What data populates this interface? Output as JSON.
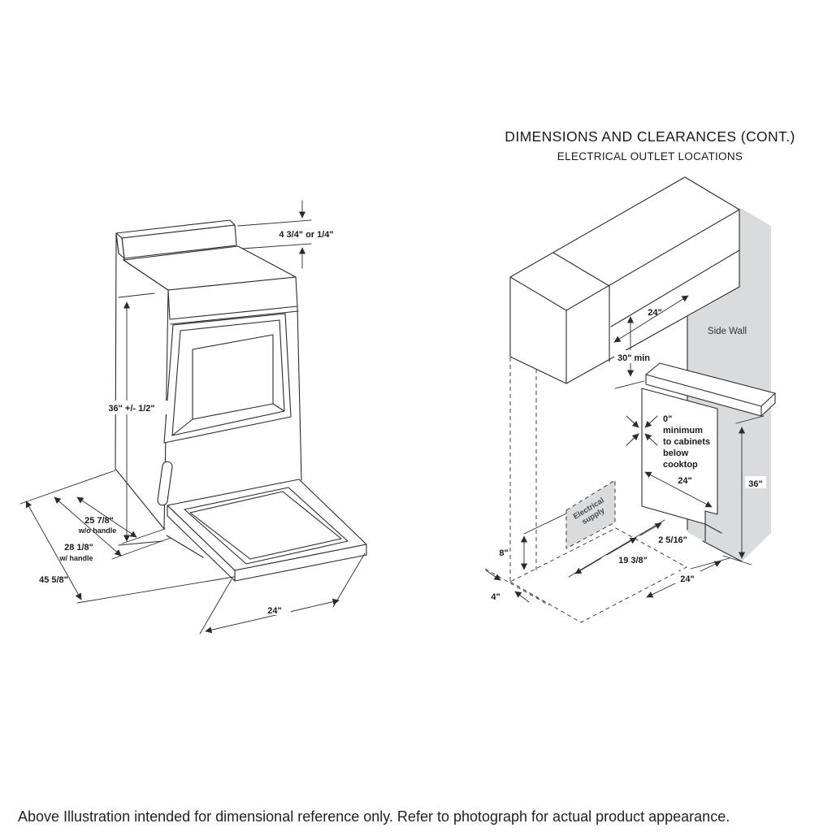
{
  "header": {
    "title": "DIMENSIONS AND CLEARANCES (CONT.)",
    "subtitle": "ELECTRICAL OUTLET LOCATIONS"
  },
  "footer": {
    "caption": "Above Illustration intended for dimensional reference only. Refer to photograph for actual product appearance."
  },
  "range_diagram": {
    "backsplash_height": "4 3/4\" or 1/4\"",
    "height": "36\" +/- 1/2\"",
    "depth_wo_handle": "25 7/8\"",
    "depth_wo_handle_note": "w/o handle",
    "depth_w_handle": "28 1/8\"",
    "depth_w_handle_note": "w/ handle",
    "depth_door_open": "45 5/8\"",
    "width": "24\""
  },
  "clearance_diagram": {
    "side_wall": "Side Wall",
    "cabinet_to_wall": "24\"",
    "min_vertical_clearance": "30\" min",
    "zero_clearance": {
      "value": "0\"",
      "line1": "minimum",
      "line2": "to cabinets",
      "line3": "below",
      "line4": "cooktop"
    },
    "counter_depth": "24\"",
    "counter_height": "36\"",
    "electrical_supply": {
      "line1": "Electrical",
      "line2": "supply"
    },
    "outlet_height": "8\"",
    "outlet_side_offset": "2 5/16\"",
    "outlet_rear_offset": "19 3/8\"",
    "range_width": "24\"",
    "wall_clearance": "4\""
  }
}
